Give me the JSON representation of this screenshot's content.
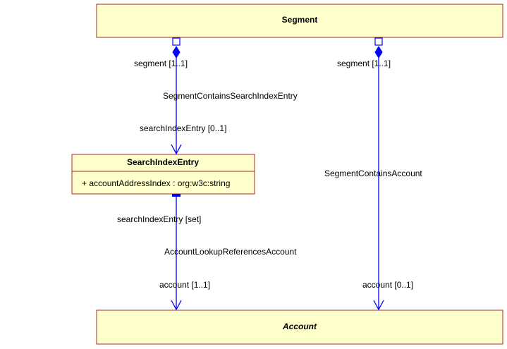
{
  "colors": {
    "class_fill": "#FFFFCC",
    "class_border": "#A52A2A",
    "edge": "#0000FF"
  },
  "classes": {
    "segment": {
      "name": "Segment"
    },
    "search_index_entry": {
      "name": "SearchIndexEntry",
      "attributes": [
        "+ accountAddressIndex : org:w3c:string"
      ]
    },
    "account": {
      "name": "Account"
    }
  },
  "associations": {
    "segment_search": {
      "name": "SegmentContainsSearchIndexEntry",
      "source_role": "segment [1..1]",
      "target_role": "searchIndexEntry [0..1]"
    },
    "segment_account": {
      "name": "SegmentContainsAccount",
      "source_role": "segment [1..1]",
      "target_role": "account [0..1]"
    },
    "lookup_account": {
      "name": "AccountLookupReferencesAccount",
      "source_role": "searchIndexEntry [set]",
      "target_role": "account [1..1]"
    }
  }
}
